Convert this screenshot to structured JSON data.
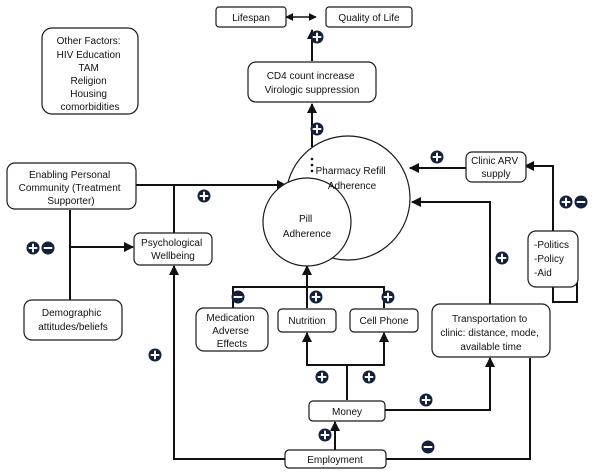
{
  "nodes": {
    "lifespan": [
      "Lifespan"
    ],
    "quality_of_life": [
      "Quality of Life"
    ],
    "cd4": [
      "CD4 count increase",
      "Virologic suppression"
    ],
    "other_factors": [
      "Other Factors:",
      "HIV Education",
      "TAM",
      "Religion",
      "Housing",
      "comorbidities"
    ],
    "pharmacy_refill": [
      "Pharmacy Refill",
      "Adherence"
    ],
    "pill_adherence": [
      "Pill",
      "Adherence"
    ],
    "clinic_arv": [
      "Clinic ARV",
      "supply"
    ],
    "enabling_community": [
      "Enabling Personal",
      "Community (Treatment",
      "Supporter)"
    ],
    "psych_wellbeing": [
      "Psychological",
      "Wellbeing"
    ],
    "politics": [
      "-Politics",
      "-Policy",
      "-Aid"
    ],
    "demographic": [
      "Demographic",
      "attitudes/beliefs"
    ],
    "medication_adverse": [
      "Medication",
      "Adverse",
      "Effects"
    ],
    "nutrition": [
      "Nutrition"
    ],
    "cell_phone": [
      "Cell Phone"
    ],
    "transportation": [
      "Transportation to",
      "clinic: distance, mode,",
      "available time"
    ],
    "money": [
      "Money"
    ],
    "employment": [
      "Employment"
    ]
  },
  "edges": [
    {
      "from": "lifespan",
      "to": "quality_of_life",
      "sign": "",
      "bidirectional": true
    },
    {
      "from": "cd4",
      "to": "quality_of_life",
      "sign": "+"
    },
    {
      "from": "pharmacy_refill",
      "to": "cd4",
      "sign": "+"
    },
    {
      "from": "clinic_arv",
      "to": "pharmacy_refill",
      "sign": "+"
    },
    {
      "from": "politics",
      "to": "clinic_arv",
      "sign": "+-"
    },
    {
      "from": "enabling_community",
      "to": "pharmacy_refill",
      "sign": "+"
    },
    {
      "from": "enabling_community",
      "to": "psych_wellbeing",
      "sign": ""
    },
    {
      "from": "demographic",
      "to": "enabling_community",
      "sign": "+-"
    },
    {
      "from": "medication_adverse",
      "to": "pill_adherence",
      "sign": "-"
    },
    {
      "from": "nutrition",
      "to": "pill_adherence",
      "sign": "+"
    },
    {
      "from": "cell_phone",
      "to": "pill_adherence",
      "sign": "+"
    },
    {
      "from": "money",
      "to": "nutrition",
      "sign": "+"
    },
    {
      "from": "money",
      "to": "cell_phone",
      "sign": "+"
    },
    {
      "from": "money",
      "to": "transportation",
      "sign": "+"
    },
    {
      "from": "transportation",
      "to": "pharmacy_refill",
      "sign": "+"
    },
    {
      "from": "employment",
      "to": "money",
      "sign": "+"
    },
    {
      "from": "employment",
      "to": "transportation",
      "sign": "-"
    },
    {
      "from": "employment",
      "to": "psych_wellbeing",
      "sign": "+"
    }
  ],
  "colors": {
    "sign_fill": "#14213d",
    "line": "#111111",
    "box_border": "#1a1a1a"
  }
}
